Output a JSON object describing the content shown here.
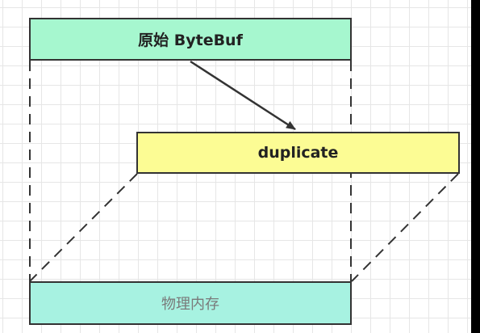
{
  "boxes": {
    "original": {
      "label": "原始 ByteBuf",
      "fill": "#a6f7cf"
    },
    "duplicate": {
      "label": "duplicate",
      "fill": "#fcfc94"
    },
    "memory": {
      "label": "物理内存",
      "fill": "#a7f2e1"
    }
  },
  "colors": {
    "border": "#333333",
    "grid": "#e6e6e6"
  }
}
